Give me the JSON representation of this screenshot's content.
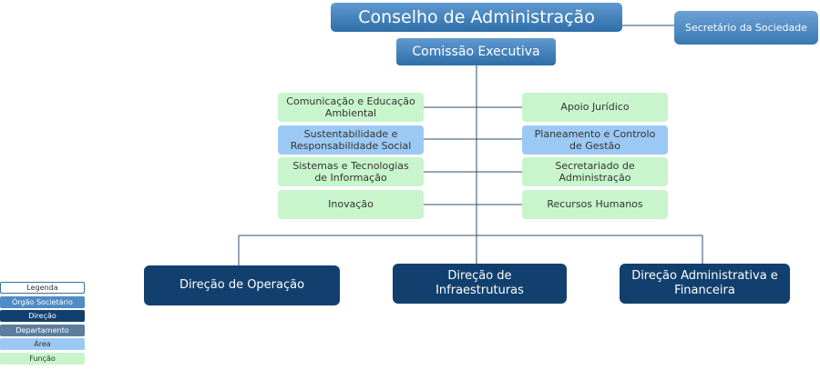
{
  "org": {
    "board": "Conselho de Administração",
    "secretary": "Secretário da Sociedade",
    "executive": "Comissão Executiva"
  },
  "left_units": [
    {
      "label": "Comunicação e Educação Ambiental",
      "kind": "Função"
    },
    {
      "label": "Sustentabilidade  e Responsabilidade Social",
      "kind": "Área"
    },
    {
      "label": "Sistemas e Tecnologias de Informação",
      "kind": "Função"
    },
    {
      "label": "Inovação",
      "kind": "Função"
    }
  ],
  "right_units": [
    {
      "label": "Apoio Jurídico",
      "kind": "Função"
    },
    {
      "label": "Planeamento e Controlo de Gestão",
      "kind": "Área"
    },
    {
      "label": "Secretariado de Administração",
      "kind": "Função"
    },
    {
      "label": "Recursos Humanos",
      "kind": "Função"
    }
  ],
  "directorates": [
    "Direção de Operação",
    "Direção de Infraestruturas",
    "Direção Administrativa e Financeira"
  ],
  "legend": {
    "title": "Legenda",
    "items": [
      "Órgão Societário",
      "Direção",
      "Departamento",
      "Área",
      "Função"
    ]
  },
  "colors": {
    "organ": "#2f6ea8",
    "direction": "#12406e",
    "department": "#5d7d9c",
    "area": "#9cc9f3",
    "function": "#c8f5cc",
    "line": "#2d4f6e"
  }
}
